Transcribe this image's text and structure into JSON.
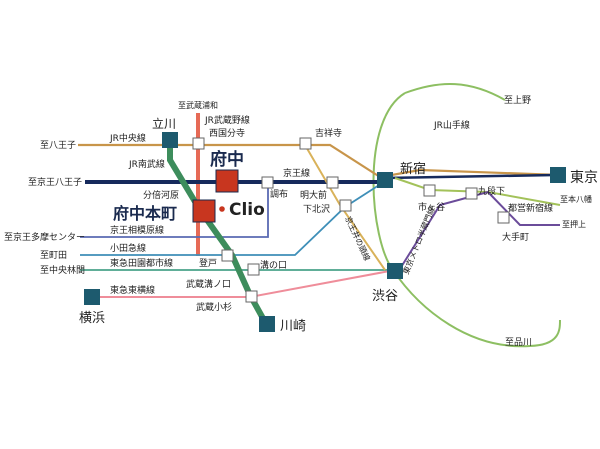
{
  "lines": {
    "jr_chuo": "JR中央線",
    "jr_nambu": "JR南武線",
    "jr_musashino": "JR武蔵野線",
    "jr_yamanote": "JR山手線",
    "keio": "京王線",
    "keio_sagamihara": "京王相模原線",
    "odakyu": "小田急線",
    "denentoshi": "東急田園都市線",
    "toyoko": "東急東横線",
    "inokashira": "京王井の頭線",
    "shinjuku_line": "都営新宿線",
    "hanzomon": "東京メトロ半蔵門線"
  },
  "destinations": {
    "hachioji": "至八王子",
    "keio_hachioji": "至京王八王子",
    "keio_tama_center": "至京王多摩センター",
    "machida": "至町田",
    "chuo_rinkan": "至中央林間",
    "musashi_urawa": "至武蔵浦和",
    "ueno": "至上野",
    "motoyawata": "至本八幡",
    "oshiage": "至押上",
    "shinagawa": "至品川"
  },
  "stations": {
    "tachikawa": "立川",
    "nishi_kokubunji": "西国分寺",
    "kichijoji": "吉祥寺",
    "shinjuku": "新宿",
    "tokyo": "東京",
    "fuchu": "府中",
    "fuchu_honmachi": "府中本町",
    "bubaigawara": "分倍河原",
    "chofu": "調布",
    "meidaimae": "明大前",
    "shimokitazawa": "下北沢",
    "ichigaya": "市ヶ谷",
    "kudanshita": "九段下",
    "otemachi": "大手町",
    "noborito": "登戸",
    "mizonokuchi": "溝の口",
    "musashi_mizonokuchi": "武蔵溝ノ口",
    "musashi_kosugi": "武蔵小杉",
    "shibuya": "渋谷",
    "kawasaki": "川崎",
    "yokohama": "横浜"
  },
  "logo_text": "Clio",
  "colors": {
    "chuo": "#c8954a",
    "nambu": "#3d8d5c",
    "musashino": "#e66a56",
    "yamanote": "#8dbf62",
    "keio": "#162a5c",
    "sagamihara": "#5a6ab2",
    "odakyu": "#3f8fb8",
    "denentoshi": "#4aa38a",
    "toyoko": "#ef8d9a",
    "inokashira": "#d9b25a",
    "shinjuku_line": "#a3c25a",
    "hanzomon": "#6b4c9a",
    "station_red": "#c8361f",
    "station_teal": "#1d5a6e"
  }
}
